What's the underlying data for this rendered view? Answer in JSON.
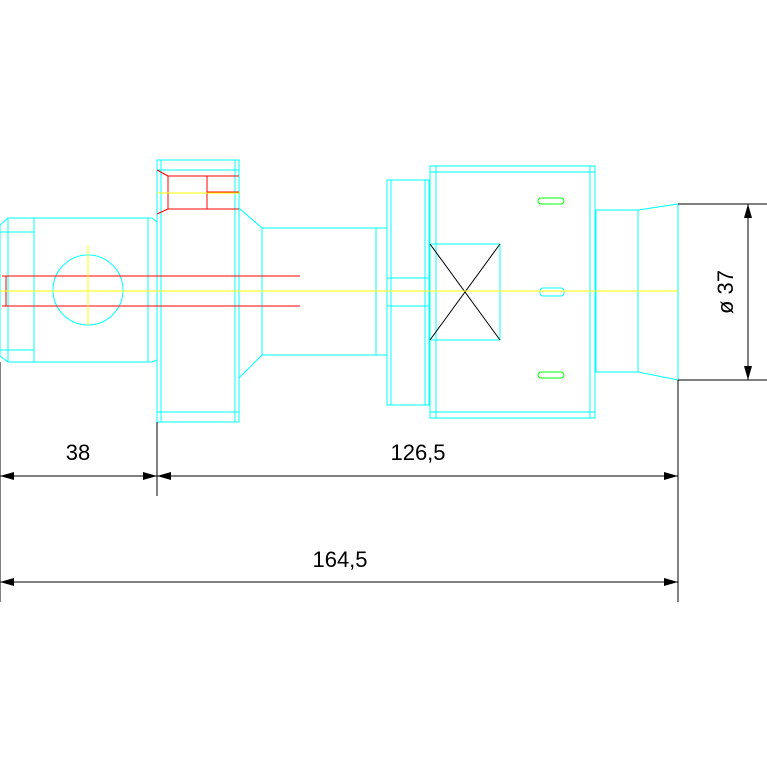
{
  "dimensions": {
    "left_segment": "38",
    "right_segment": "126,5",
    "overall_length": "164,5",
    "diameter": "ø 37"
  },
  "colors": {
    "outline": "#00ffff",
    "hidden": "#ff0000",
    "centerline": "#ffff00",
    "dimension": "#000000",
    "slot": "#00ff00"
  }
}
